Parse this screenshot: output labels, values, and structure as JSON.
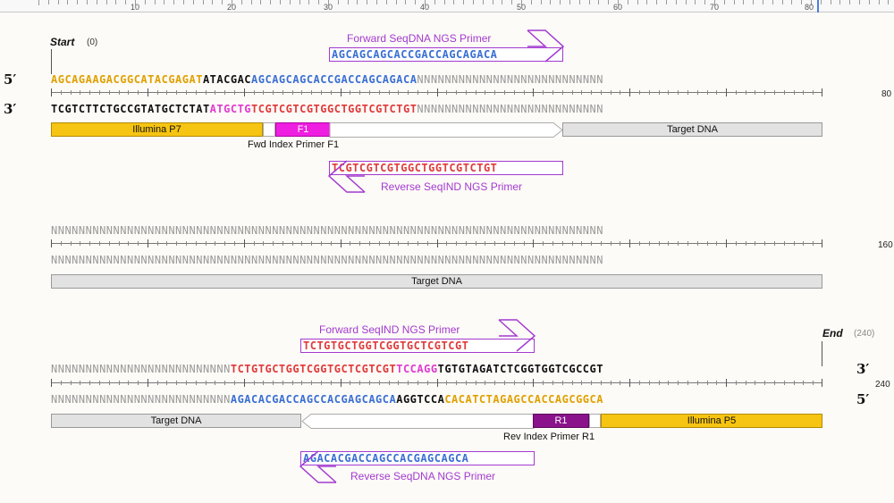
{
  "ruler": {
    "ticks": [
      "10",
      "20",
      "30",
      "40",
      "50",
      "60",
      "70",
      "80"
    ]
  },
  "block1": {
    "start_label": "Start",
    "start_coord": "(0)",
    "five_prime": "5′",
    "three_prime": "3′",
    "line_end": "80",
    "top_seq": {
      "orange": "AGCAGAAGACGGCATACGAGAT",
      "black": "ATACGAC",
      "blue": "AGCAGCAGCACCGACCAGCAGACA",
      "n": "NNNNNNNNNNNNNNNNNNNNNNNNNNN"
    },
    "bottom_seq": {
      "black": "TCGTCTTCTGCCGTATGCTCTAT",
      "pink": "ATGCTG",
      "red": "TCGTCGTCGTGGCTGGTCGTCTGT",
      "n": "NNNNNNNNNNNNNNNNNNNNNNNNNNN"
    },
    "fwd_primer": {
      "title": "Forward SeqDNA NGS Primer",
      "seq": "AGCAGCAGCACCGACCAGCAGACA"
    },
    "rev_primer": {
      "title": "Reverse SeqIND NGS Primer",
      "seq": "TCGTCGTCGTGGCTGGTCGTCTGT"
    },
    "features": {
      "p7": "Illumina P7",
      "f1": "F1",
      "target": "Target DNA",
      "fwd_index_label": "Fwd Index Primer F1"
    }
  },
  "block2": {
    "line_end": "160",
    "top_seq": "NNNNNNNNNNNNNNNNNNNNNNNNNNNNNNNNNNNNNNNNNNNNNNNNNNNNNNNNNNNNNNNNNNNNNNNNNNNNNNNN",
    "bottom_seq": "NNNNNNNNNNNNNNNNNNNNNNNNNNNNNNNNNNNNNNNNNNNNNNNNNNNNNNNNNNNNNNNNNNNNNNNNNNNNNNNN",
    "feature": "Target DNA"
  },
  "block3": {
    "end_label": "End",
    "end_coord": "(240)",
    "three_prime": "3′",
    "five_prime": "5′",
    "line_end": "240",
    "top_seq": {
      "n": "NNNNNNNNNNNNNNNNNNNNNNNNNN",
      "red": "TCTGTGCTGGTCGGTGCTCGTCGT",
      "pink": "TCCAGG",
      "black": "TGTGTAGATCTCGGTGGTCGCCGT"
    },
    "bottom_seq": {
      "n": "NNNNNNNNNNNNNNNNNNNNNNNNNN",
      "blue": "AGACACGACCAGCCACGAGCAGCA",
      "black": "AGGTCCA",
      "orange": "CACATCTAGAGCCACCAGCGGCA"
    },
    "fwd_primer": {
      "title": "Forward SeqIND NGS Primer",
      "seq": "TCTGTGCTGGTCGGTGCTCGTCGT"
    },
    "rev_primer": {
      "title": "Reverse SeqDNA NGS Primer",
      "seq": "AGACACGACCAGCCACGAGCAGCA"
    },
    "features": {
      "target": "Target DNA",
      "r1": "R1",
      "p5": "Illumina P5",
      "rev_index_label": "Rev Index Primer R1"
    }
  },
  "colors": {
    "primer_outline": "#a23ad0",
    "illumina": "#f6c412",
    "f1": "#ee1fe0",
    "r1": "#8a128a",
    "target": "#e2e2e2"
  }
}
